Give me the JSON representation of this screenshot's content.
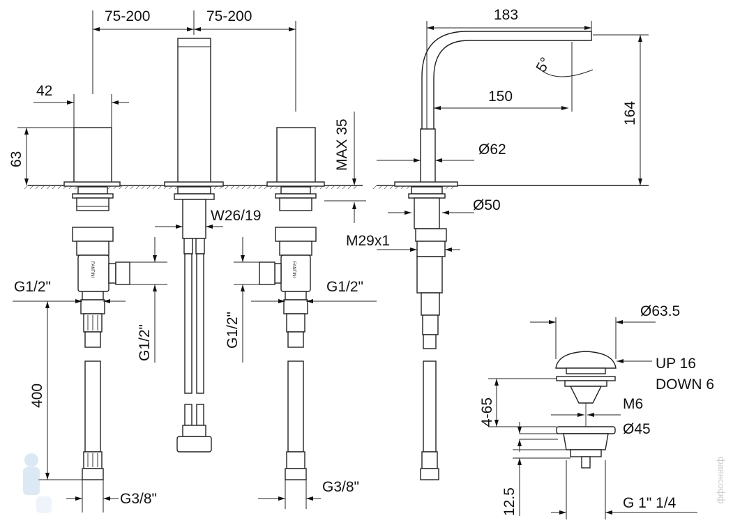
{
  "brand_mark": "FANTINI",
  "watermark": "фаянсофф",
  "dimensions": {
    "spacing_left": "75-200",
    "spacing_right": "75-200",
    "handle_width": "42",
    "handle_height": "63",
    "spout_reach": "183",
    "spout_angle": "5°",
    "spout_reach_inner": "150",
    "spout_height": "164",
    "max_deck": "MAX 35",
    "flange_diameter": "Ø62",
    "shank_diameter": "Ø50",
    "wrench_size": "W26/19",
    "thread": "M29x1",
    "inlet_left": "G1/2\"",
    "inlet_right": "G1/2\"",
    "outlet_left_vertical": "G1/2\"",
    "outlet_right_vertical": "G1/2\"",
    "hose_length": "400",
    "hose_conn_left": "G3/8\"",
    "hose_conn_right": "G3/8\""
  },
  "waste": {
    "cap_diameter": "Ø63.5",
    "up": "UP 16",
    "down": "DOWN 6",
    "deck_range": "4-65",
    "rod_thread": "M6",
    "body_diameter": "Ø45",
    "tail": "12.5",
    "thread": "G 1\" 1/4"
  }
}
